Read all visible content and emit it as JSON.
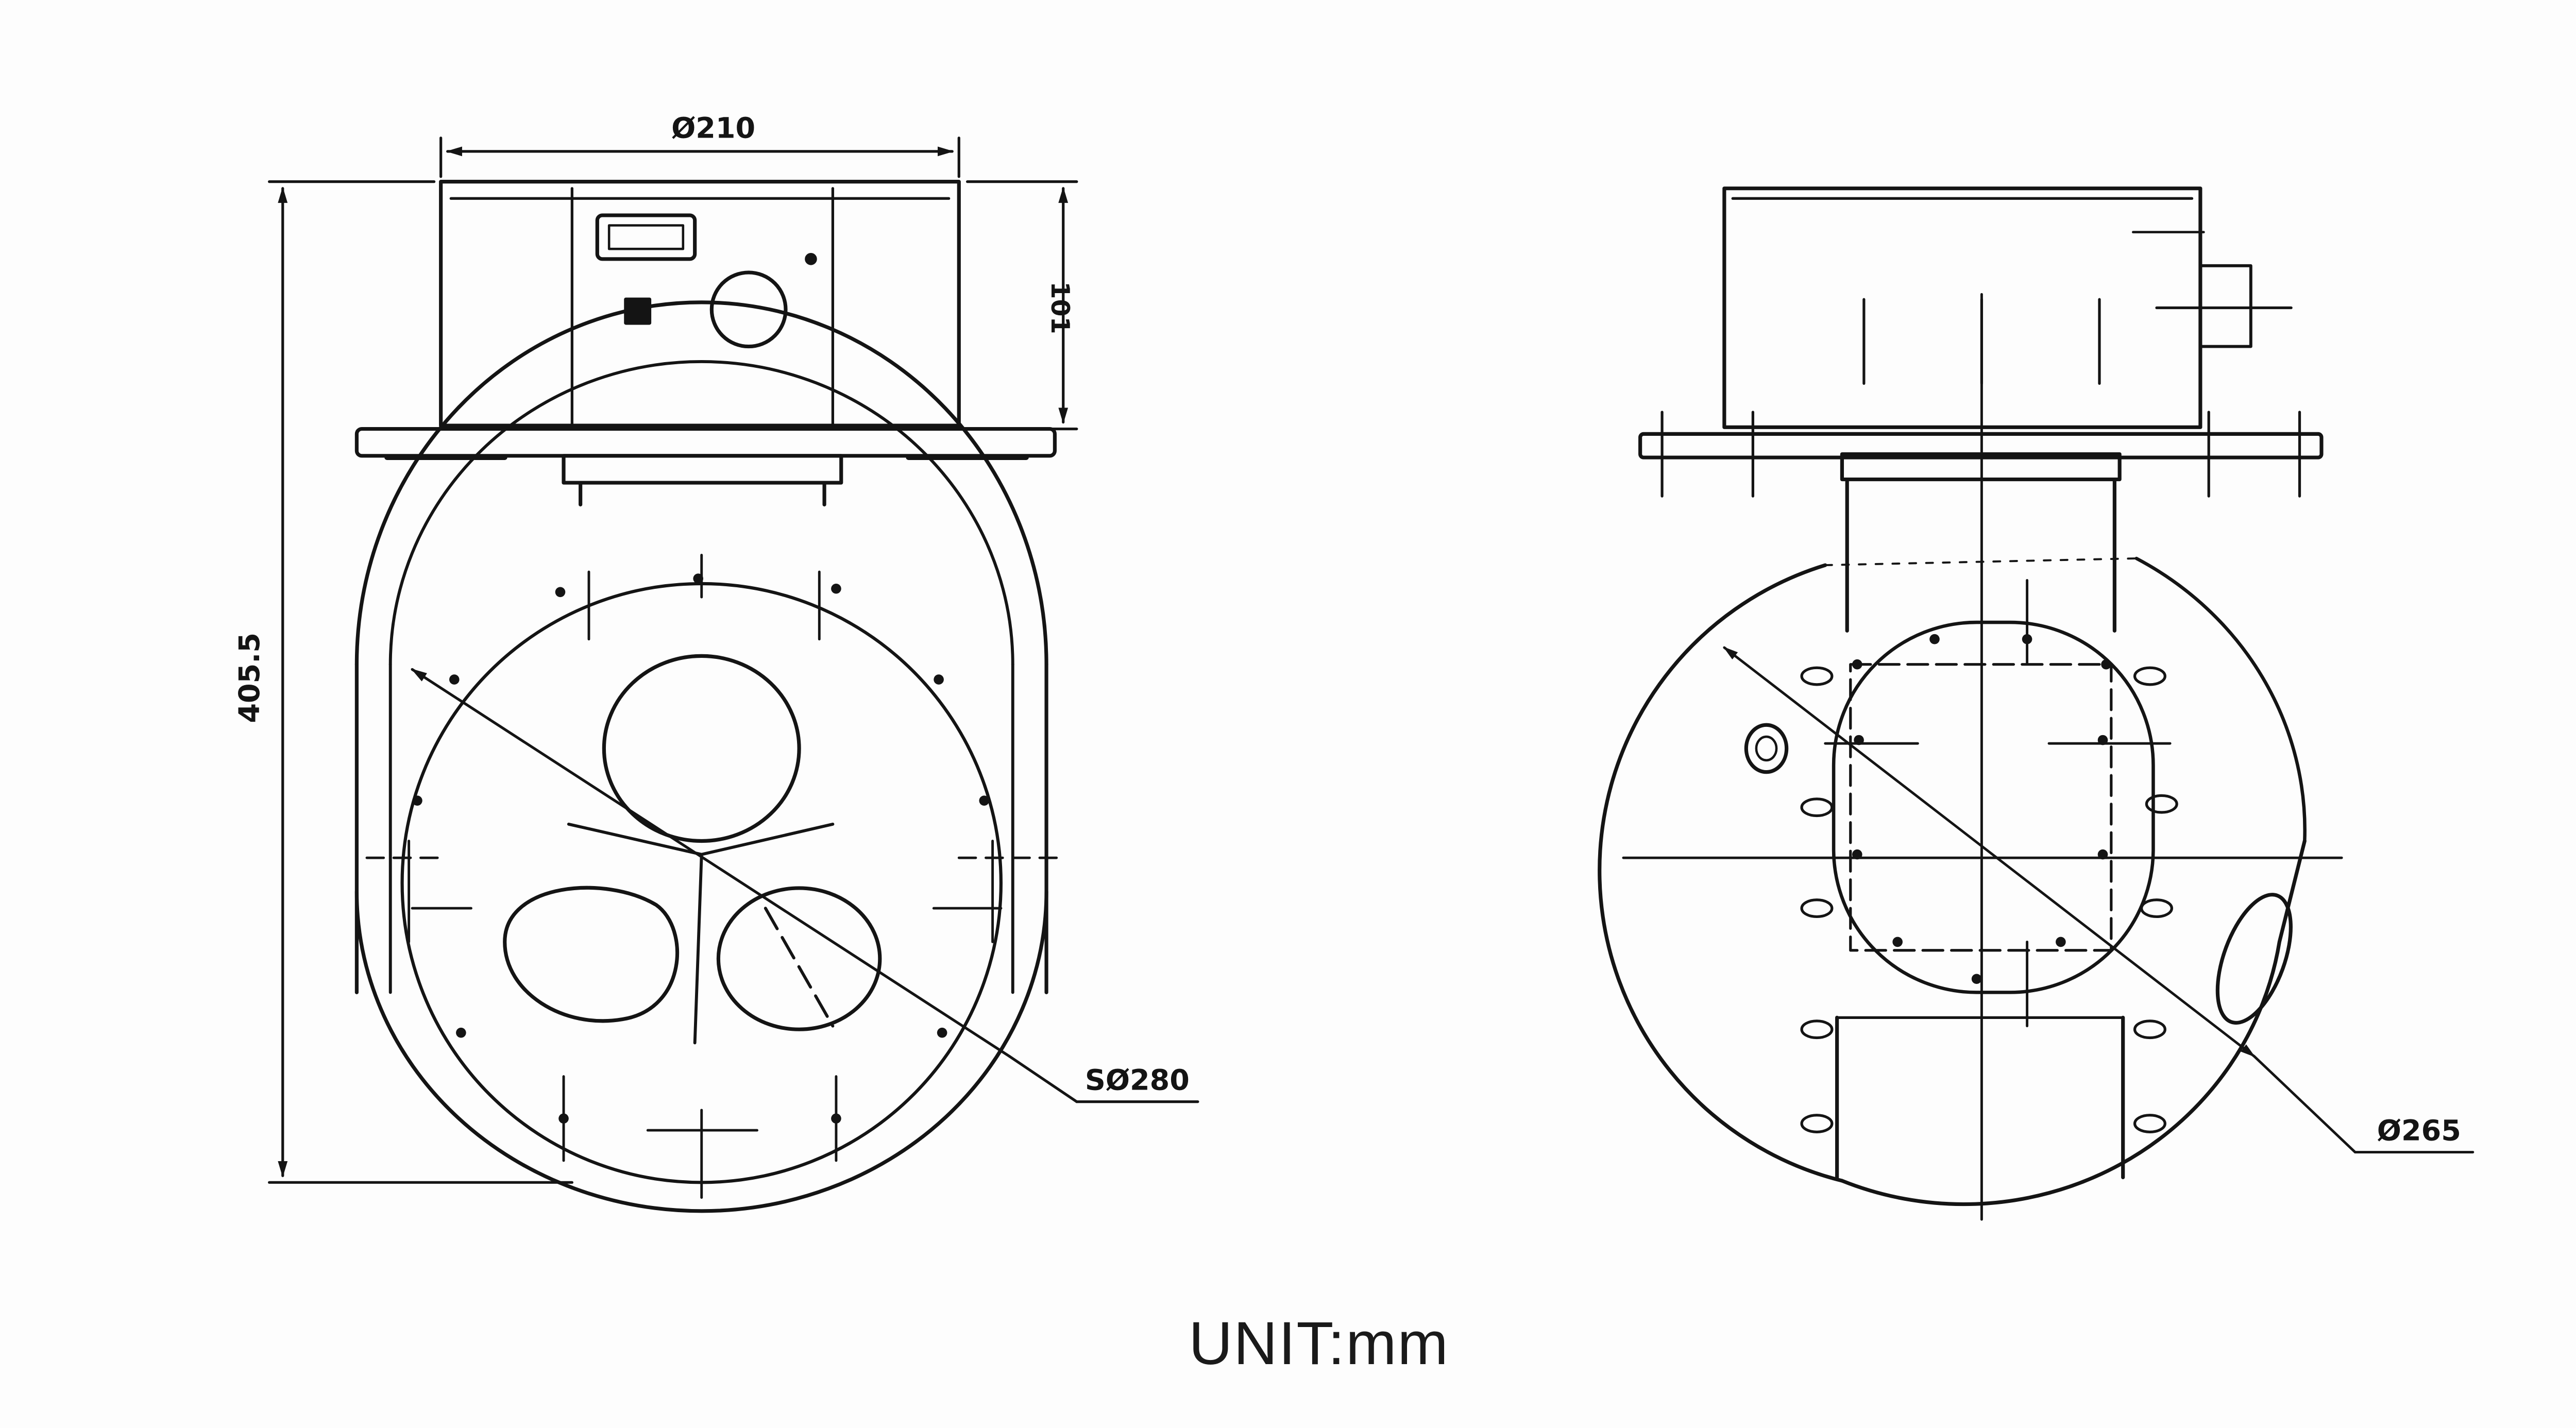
{
  "dimensions": {
    "top_diameter": "Ø210",
    "box_height": "101",
    "total_height": "405.5",
    "sphere_front": "SØ280",
    "sphere_side": "Ø265"
  },
  "unit_label": "UNIT:mm",
  "colors": {
    "ink": "#141414",
    "background": "#fdfdfd"
  }
}
